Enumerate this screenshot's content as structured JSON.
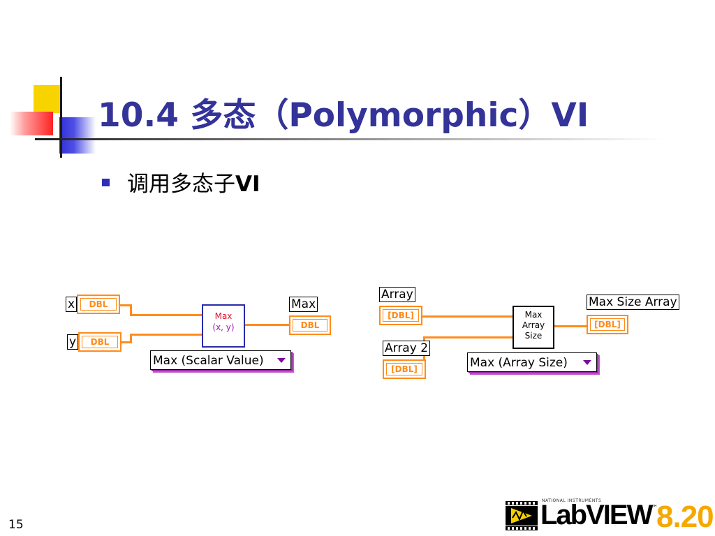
{
  "slide": {
    "title": "10.4 多态（Polymorphic）VI",
    "bullet": {
      "text": "调用多态子",
      "bold_text": "VI"
    },
    "page_number": "15"
  },
  "diagram_left": {
    "x_label": "x",
    "y_label": "y",
    "x_term": "DBL",
    "y_term": "DBL",
    "vi_line1": "Max",
    "vi_line2": "(x, y)",
    "out_label": "Max",
    "out_term": "DBL",
    "selector": "Max (Scalar Value)"
  },
  "diagram_right": {
    "in1_label": "Array",
    "in1_term": "[DBL]",
    "in2_label": "Array 2",
    "in2_term": "[DBL]",
    "vi_line1": "Max",
    "vi_line2": "Array",
    "vi_line3": "Size",
    "out_label": "Max Size Array",
    "out_term": "[DBL]",
    "selector": "Max (Array Size)"
  },
  "logo": {
    "ni": "NATIONAL INSTRUMENTS",
    "name": "LabVIEW",
    "tm": "™",
    "version": "8.20"
  },
  "colors": {
    "title": "#333399",
    "wire": "#ff8c1a",
    "bullet": "#2e2eb8",
    "version": "#f5a800"
  }
}
